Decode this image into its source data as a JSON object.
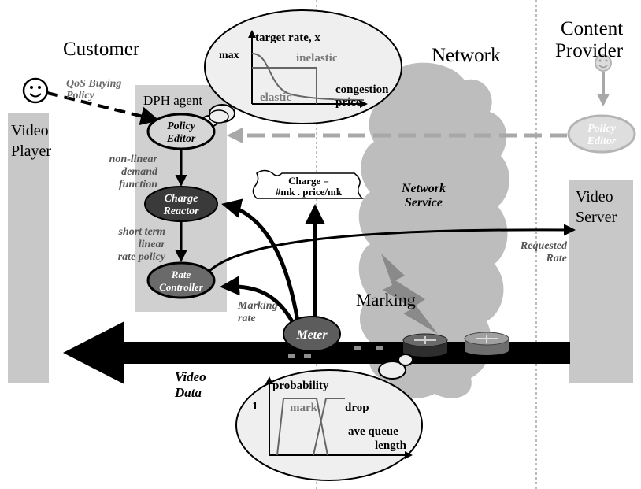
{
  "headings": {
    "customer": "Customer",
    "network": "Network",
    "content_provider_line1": "Content",
    "content_provider_line2": "Provider"
  },
  "video_player": {
    "line1": "Video",
    "line2": "Player"
  },
  "video_server": {
    "line1": "Video",
    "line2": "Server"
  },
  "qos_policy": {
    "line1": "QoS Buying",
    "line2": "Policy"
  },
  "dph_agent": "DPH agent",
  "policy_editor": {
    "line1": "Policy",
    "line2": "Editor"
  },
  "provider_policy_editor": {
    "line1": "Policy",
    "line2": "Editor"
  },
  "charge_reactor": {
    "line1": "Charge",
    "line2": "Reactor"
  },
  "rate_controller": {
    "line1": "Rate",
    "line2": "Controller"
  },
  "meter": "Meter",
  "demand_label": {
    "line1": "non-linear",
    "line2": "demand",
    "line3": "function"
  },
  "rate_policy_label": {
    "line1": "short term",
    "line2": "linear",
    "line3": "rate policy"
  },
  "marking_rate_label": {
    "line1": "Marking",
    "line2": "rate"
  },
  "network_service": {
    "line1": "Network",
    "line2": "Service"
  },
  "charge_note": {
    "line1": "Charge =",
    "line2": "#mk . price/mk"
  },
  "requested_rate": {
    "line1": "Requested",
    "line2": "Rate"
  },
  "marking": "Marking",
  "video_data": {
    "line1": "Video",
    "line2": "Data"
  },
  "demand_graph": {
    "y_axis": "target rate, x",
    "max": "max",
    "inelastic": "inelastic",
    "elastic": "elastic",
    "x_axis_line1": "congestion",
    "x_axis_line2": "price"
  },
  "marking_graph": {
    "y_axis": "probability",
    "one": "1",
    "mark": "mark",
    "drop": "drop",
    "x_axis_line1": "ave queue",
    "x_axis_line2": "length"
  },
  "colors": {
    "panel_gray": "#c8c8c8",
    "cloud_gray": "#bdbdbd",
    "bubble_fill": "#efefef",
    "node_dark": "#3a3a3a",
    "node_light": "#d6d6d6",
    "faded": "#b4b4b4",
    "label_gray": "#5a5a5a",
    "black": "#000000"
  }
}
